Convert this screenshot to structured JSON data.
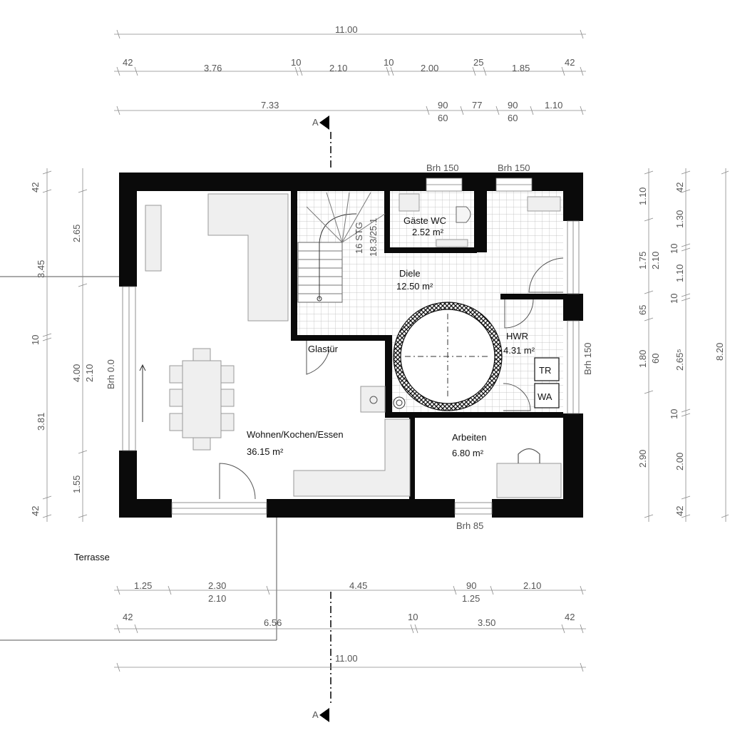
{
  "rooms": {
    "living_name": "Wohnen/Kochen/Essen",
    "living_area": "36.15 m²",
    "hall_name": "Diele",
    "hall_area": "12.50 m²",
    "wc_name": "Gäste WC",
    "wc_area": "2.52 m²",
    "hwr_name": "HWR",
    "hwr_area": "4.31 m²",
    "office_name": "Arbeiten",
    "office_area": "6.80 m²",
    "terrace": "Terrasse",
    "glass_door": "Glastür",
    "tr": "TR",
    "wa": "WA",
    "stair_steps": "16 STG",
    "stair_ratio": "18.3/25.1",
    "section_marker": "A"
  },
  "window_labels": {
    "top_left": "Brh 150",
    "top_right": "Brh 150",
    "right": "Brh 150",
    "left": "Brh 0.0",
    "bottom": "Brh 85"
  },
  "top_dims": {
    "overall": "11.00",
    "row2": [
      "42",
      "3.76",
      "10",
      "2.10",
      "10",
      "2.00",
      "25",
      "1.85",
      "42"
    ],
    "row3_main": "7.33",
    "row3_90a": "90",
    "row3_60a": "60",
    "row3_77": "77",
    "row3_90b": "90",
    "row3_60b": "60",
    "row3_110": "1.10"
  },
  "bottom_dims": {
    "row1_125": "1.25",
    "row1_230": "2.30",
    "row1_210": "2.10",
    "row1_445": "4.45",
    "row1_90": "90",
    "row1_125b": "1.25",
    "row1_210b": "2.10",
    "row2_42a": "42",
    "row2_656": "6.56",
    "row2_10": "10",
    "row2_350": "3.50",
    "row2_42b": "42",
    "overall": "11.00"
  },
  "left_dims": {
    "col1": [
      "42",
      "3.45",
      "10",
      "3.81",
      "42"
    ],
    "col2": [
      "2.65",
      "4.00",
      "2.10",
      "1.55"
    ]
  },
  "right_dims": {
    "col1": [
      "1.10",
      "1.75",
      "2.10",
      "65",
      "1.80",
      "60",
      "2.90"
    ],
    "col2": [
      "42",
      "1.30",
      "10",
      "1.10",
      "10",
      "2.65⁵",
      "10",
      "2.00",
      "42"
    ],
    "overall": "8.20"
  }
}
